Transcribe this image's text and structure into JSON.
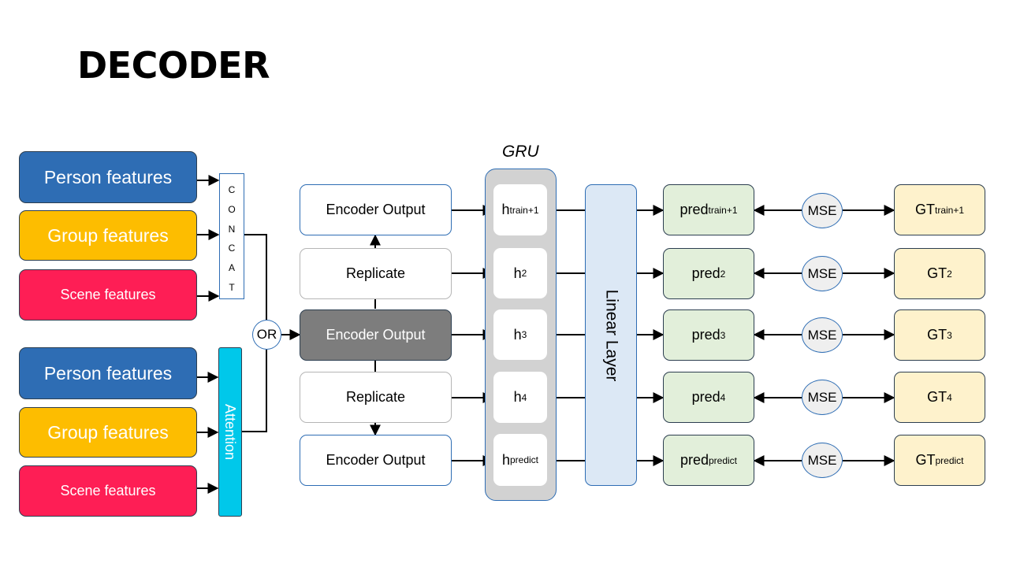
{
  "title": "DECODER",
  "top_group": {
    "person": "Person features",
    "group": "Group features",
    "scene": "Scene features",
    "concat_letters": [
      "C",
      "O",
      "N",
      "C",
      "A",
      "T"
    ]
  },
  "bottom_group": {
    "person": "Person features",
    "group": "Group features",
    "scene": "Scene features",
    "attention": "Attention"
  },
  "or_label": "OR",
  "encoder_column": [
    {
      "label": "Encoder Output",
      "style": "normal"
    },
    {
      "label": "Replicate",
      "style": "faded"
    },
    {
      "label": "Encoder Output",
      "style": "dark"
    },
    {
      "label": "Replicate",
      "style": "faded"
    },
    {
      "label": "Encoder Output",
      "style": "normal"
    }
  ],
  "gru": {
    "label": "GRU",
    "cells": [
      {
        "base": "h",
        "sub": "train+1"
      },
      {
        "base": "h",
        "sub": "2"
      },
      {
        "base": "h",
        "sub": "3"
      },
      {
        "base": "h",
        "sub": "4"
      },
      {
        "base": "h",
        "sub": "predict"
      }
    ]
  },
  "linear_layer": "Linear Layer",
  "predictions": [
    {
      "base": "pred",
      "sub": "train+1"
    },
    {
      "base": "pred",
      "sub": "2"
    },
    {
      "base": "pred",
      "sub": "3"
    },
    {
      "base": "pred",
      "sub": "4"
    },
    {
      "base": "pred",
      "sub": "predict"
    }
  ],
  "mse_labels": [
    "MSE",
    "MSE",
    "MSE",
    "MSE",
    "MSE"
  ],
  "ground_truth": [
    {
      "base": "GT",
      "sub": "train+1"
    },
    {
      "base": "GT",
      "sub": "2"
    },
    {
      "base": "GT",
      "sub": "3"
    },
    {
      "base": "GT",
      "sub": "4"
    },
    {
      "base": "GT",
      "sub": "predict"
    }
  ],
  "colors": {
    "person": "#2e6db4",
    "group": "#fdbd00",
    "scene": "#fe1e55",
    "attention": "#00c8ea",
    "gru_bg": "#d2d2d2",
    "linear_bg": "#dce8f5",
    "pred_bg": "#e2efda",
    "gt_bg": "#fef2cc"
  }
}
